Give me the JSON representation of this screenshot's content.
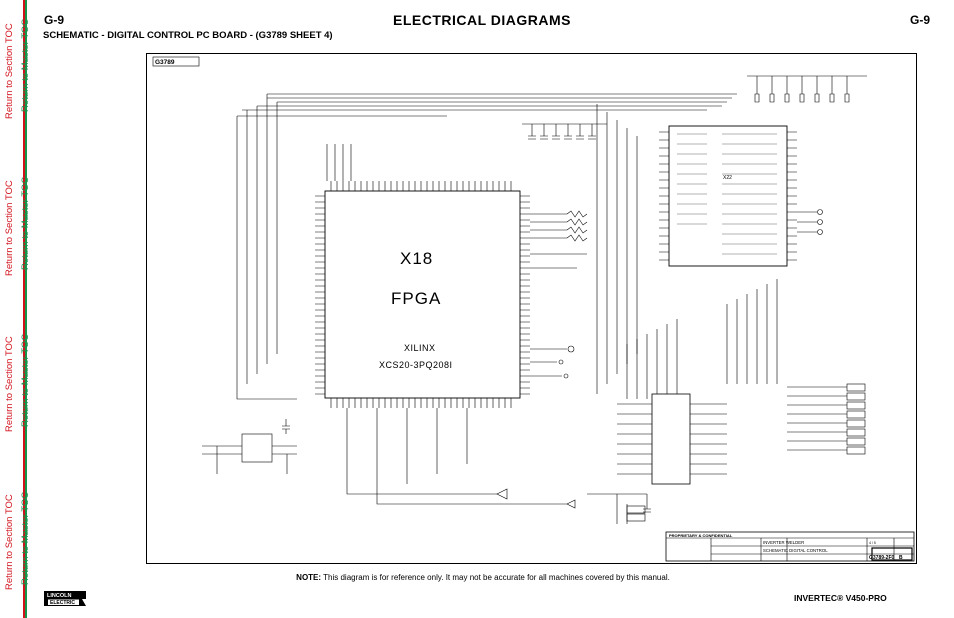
{
  "header": {
    "page_code_left": "G-9",
    "page_code_right": "G-9",
    "title": "ELECTRICAL DIAGRAMS"
  },
  "subtitle": "SCHEMATIC - DIGITAL CONTROL PC BOARD - (G3789 SHEET 4)",
  "toc_links": [
    {
      "label": "Return to Section TOC",
      "color": "#d1121c"
    },
    {
      "label": "Return to Master TOC",
      "color": "#17944a"
    },
    {
      "label": "Return to Section TOC",
      "color": "#d1121c"
    },
    {
      "label": "Return to Master TOC",
      "color": "#17944a"
    },
    {
      "label": "Return to Section TOC",
      "color": "#d1121c"
    },
    {
      "label": "Return to Master TOC",
      "color": "#17944a"
    },
    {
      "label": "Return to Section TOC",
      "color": "#d1121c"
    },
    {
      "label": "Return to Master TOC",
      "color": "#17944a"
    }
  ],
  "schematic": {
    "sheet_tag": "G3789",
    "fpga_ref": "X18",
    "fpga_label": "FPGA",
    "fpga_maker": "XILINX",
    "fpga_part": "XCS20-3PQ208I",
    "mcu_ref": "X22",
    "title_block": {
      "proprietary": "PROPRIETARY & CONFIDENTIAL",
      "product": "INVERTER WELDER",
      "subject": "SCHEMATIC DIGITAL CONTROL",
      "drawing_number": "G3789-2F0",
      "revision": "B",
      "page": "4",
      "of": "5"
    }
  },
  "note": {
    "label": "NOTE:",
    "text": " This diagram is for reference only. It may not be accurate for all machines covered by this manual."
  },
  "footer": {
    "brand_line1": "LINCOLN",
    "brand_line2": "ELECTRIC",
    "model": "INVERTEC® V450-PRO"
  },
  "colors": {
    "toc_red": "#d1121c",
    "toc_green": "#17944a"
  }
}
